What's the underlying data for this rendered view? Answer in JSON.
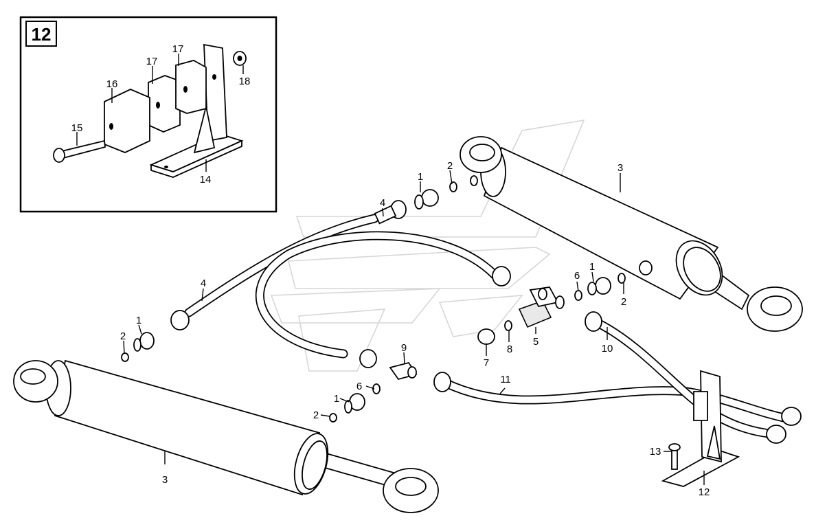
{
  "inset": {
    "number": "12",
    "labels": {
      "p14": "14",
      "p15": "15",
      "p16": "16",
      "p17a": "17",
      "p17b": "17",
      "p18": "18"
    }
  },
  "labels": {
    "p1_top": "1",
    "p2_top": "2",
    "p3_top": "3",
    "p4_top": "4",
    "p4_left": "4",
    "p1_left": "1",
    "p2_left": "2",
    "p3_bottom": "3",
    "p9": "9",
    "p6_mid": "6",
    "p1_mid": "1",
    "p2_mid": "2",
    "p11": "11",
    "p7": "7",
    "p8": "8",
    "p5": "5",
    "p6_right": "6",
    "p1_right": "1",
    "p2_right": "2",
    "p10": "10",
    "p13": "13",
    "p12": "12"
  }
}
